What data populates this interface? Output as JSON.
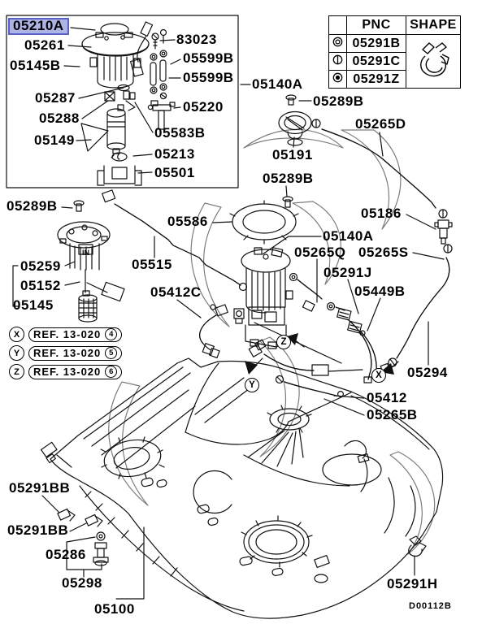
{
  "doc": {
    "diagram_code": "D00112B",
    "highlight_bg": "#aeb3e6",
    "highlight_border": "#5a61c6"
  },
  "labels": [
    "05210A",
    "05261",
    "83023",
    "05145B",
    "05599B",
    "05599B",
    "05287",
    "05220",
    "05288",
    "05583B",
    "05149",
    "05213",
    "05501",
    "05140A",
    "05289B",
    "05265D",
    "05191",
    "05289B",
    "05186",
    "05289B",
    "05586",
    "05259",
    "05152",
    "05145",
    "05515",
    "05412C",
    "05140A",
    "05265Q",
    "05265S",
    "05291J",
    "05449B",
    "05294",
    "05412",
    "05265B",
    "05291BB",
    "05291BB",
    "05286",
    "05298",
    "05100",
    "05291H",
    "D00112B",
    "IN"
  ],
  "pnc_table": {
    "headers": {
      "pnc": "PNC",
      "shape": "SHAPE"
    },
    "rows": [
      {
        "symbol": "double-circle",
        "pnc": "05291B"
      },
      {
        "symbol": "circle-vertical-bar",
        "pnc": "05291C"
      },
      {
        "symbol": "filled-circle",
        "pnc": "05291Z"
      }
    ],
    "shape_icon": "hose-clamp"
  },
  "ref_legend": [
    {
      "marker": "X",
      "text": "REF. 13-020",
      "number": "4"
    },
    {
      "marker": "Y",
      "text": "REF. 13-020",
      "number": "5"
    },
    {
      "marker": "Z",
      "text": "REF. 13-020",
      "number": "6"
    }
  ]
}
